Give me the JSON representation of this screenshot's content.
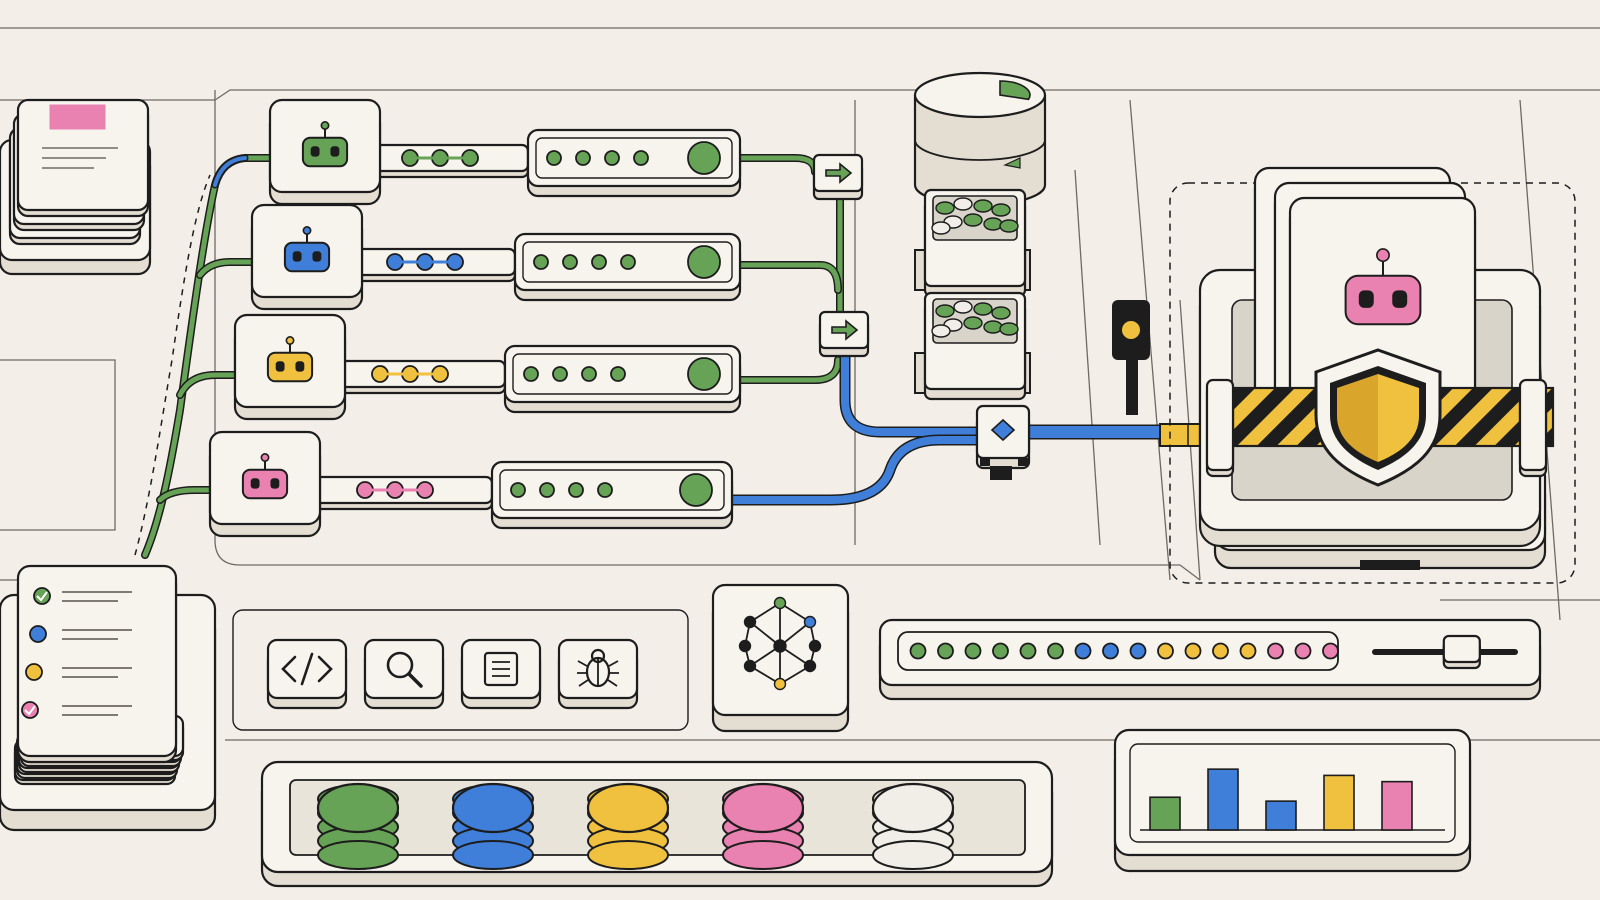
{
  "colors": {
    "background": "#f3efe8",
    "panel": "#f7f4ee",
    "panel_side": "#e3ddd2",
    "outline": "#1d1d1d",
    "faint_line": "#6e6a63",
    "green": "#66a356",
    "blue": "#3f7fd9",
    "yellow": "#efc13f",
    "pink": "#ea82b1",
    "white_chip": "#f1eee8",
    "hazard_black": "#1d1d1d"
  },
  "agents": [
    {
      "id": "agent-green",
      "color": "green",
      "queue_dots": 5
    },
    {
      "id": "agent-blue",
      "color": "blue",
      "queue_dots": 5
    },
    {
      "id": "agent-yellow",
      "color": "yellow",
      "queue_dots": 5
    },
    {
      "id": "agent-pink",
      "color": "pink",
      "queue_dots": 5
    }
  ],
  "tools": [
    {
      "id": "code",
      "icon": "code-icon"
    },
    {
      "id": "search",
      "icon": "search-icon"
    },
    {
      "id": "document",
      "icon": "document-icon"
    },
    {
      "id": "debug",
      "icon": "bug-icon"
    }
  ],
  "checklist": [
    {
      "marker": "check",
      "color": "green"
    },
    {
      "marker": "dot",
      "color": "blue"
    },
    {
      "marker": "dot",
      "color": "yellow"
    },
    {
      "marker": "check",
      "color": "pink"
    }
  ],
  "token_stream": [
    "green",
    "green",
    "green",
    "green",
    "green",
    "green",
    "blue",
    "blue",
    "blue",
    "yellow",
    "yellow",
    "yellow",
    "yellow",
    "pink",
    "pink",
    "pink"
  ],
  "token_stacks": [
    "green",
    "blue",
    "yellow",
    "pink",
    "white_chip"
  ],
  "mini_bar_chart": [
    {
      "color": "green",
      "value": 0.42
    },
    {
      "color": "blue",
      "value": 0.78
    },
    {
      "color": "blue",
      "value": 0.37
    },
    {
      "color": "yellow",
      "value": 0.7
    },
    {
      "color": "pink",
      "value": 0.62
    }
  ],
  "slider_level": 0.62,
  "database_fill": 0.3,
  "guard_icon": "shield-icon"
}
